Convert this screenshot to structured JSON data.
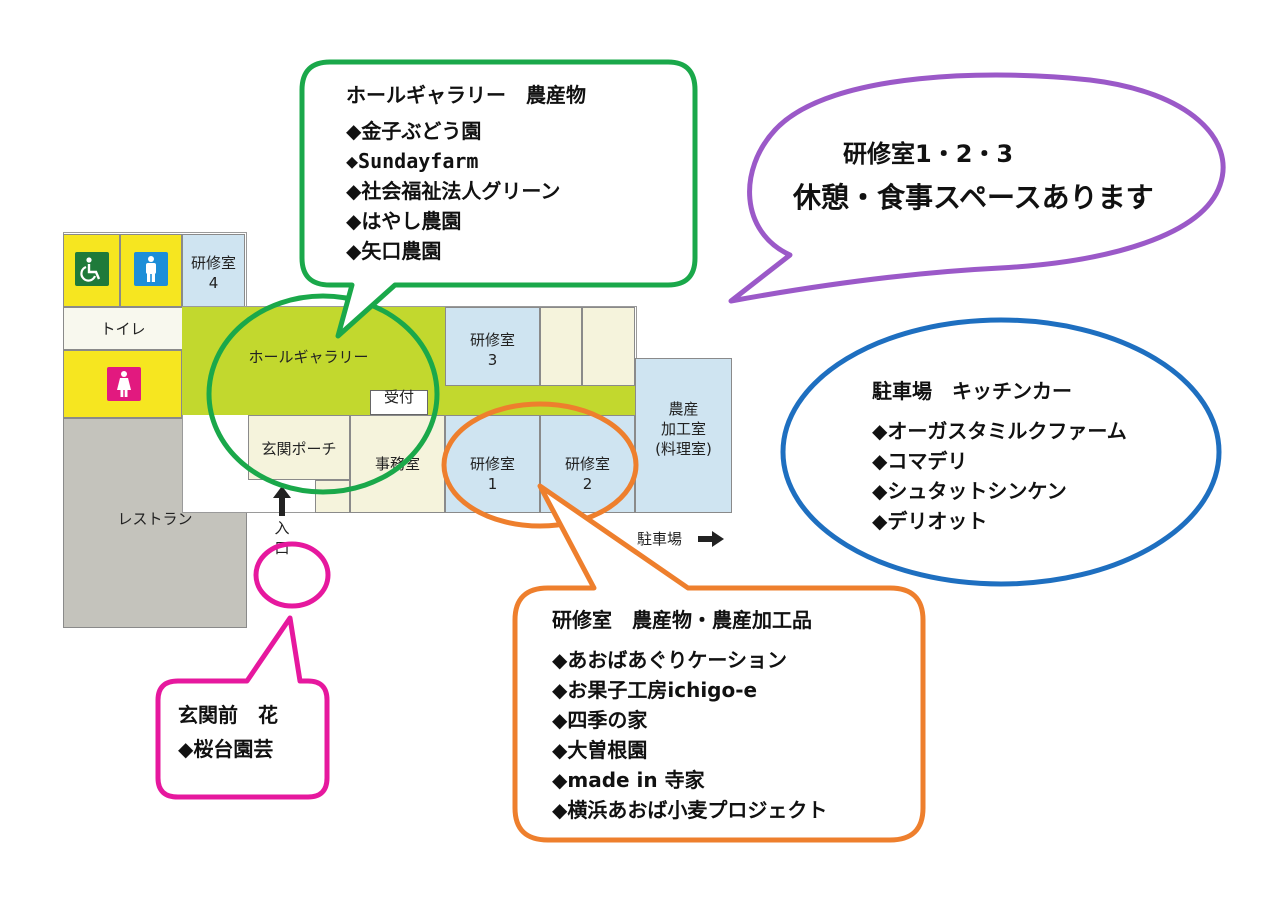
{
  "floor_plan": {
    "rooms": {
      "training4": "研修室\n4",
      "toilet": "トイレ",
      "hall_gallery": "ホールギャラリー",
      "training3": "研修室\n3",
      "reception": "受付",
      "entrance_porch": "玄関ポーチ",
      "office": "事務室",
      "training1": "研修室\n1",
      "training2": "研修室\n2",
      "processing_room": "農産\n加工室\n(料理室)",
      "restaurant": "レストラン"
    },
    "entrance_label": "入\n口",
    "parking_label": "駐車場",
    "icons": [
      "wheelchair-icon",
      "man-icon",
      "woman-icon",
      "up-arrow-icon",
      "right-arrow-icon"
    ]
  },
  "callouts": {
    "hall": {
      "title": "ホールギャラリー　農産物",
      "items": [
        "◆金子ぶどう園",
        "◆Sundayfarm",
        "◆社会福祉法人グリーン",
        "◆はやし農園",
        "◆矢口農園"
      ]
    },
    "rooms123": {
      "title": "研修室1・2・3",
      "subtitle": "休憩・食事スペースあります"
    },
    "parking": {
      "title": "駐車場　キッチンカー",
      "items": [
        "◆オーガスタミルクファーム",
        "◆コマデリ",
        "◆シュタットシンケン",
        "◆デリオット"
      ]
    },
    "training": {
      "title": "研修室　農産物・農産加工品",
      "items": [
        "◆あおばあぐりケーション",
        "◆お果子工房ichigo-e",
        "◆四季の家",
        "◆大曽根園",
        "◆made in 寺家",
        "◆横浜あおば小麦プロジェクト"
      ]
    },
    "entrance": {
      "title": "玄関前　花",
      "items": [
        "◆桜台園芸"
      ]
    }
  },
  "colors": {
    "green": "#1aa84a",
    "purple": "#9b59c8",
    "blue": "#1e6fc0",
    "orange": "#ee7f2d",
    "magenta": "#e6189e",
    "corridor": "#c2d82e",
    "room_blue": "#cfe4f1",
    "room_cream": "#f5f3dc",
    "restaurant_gray": "#c4c3bc",
    "toilet_yellow": "#f6e620"
  }
}
